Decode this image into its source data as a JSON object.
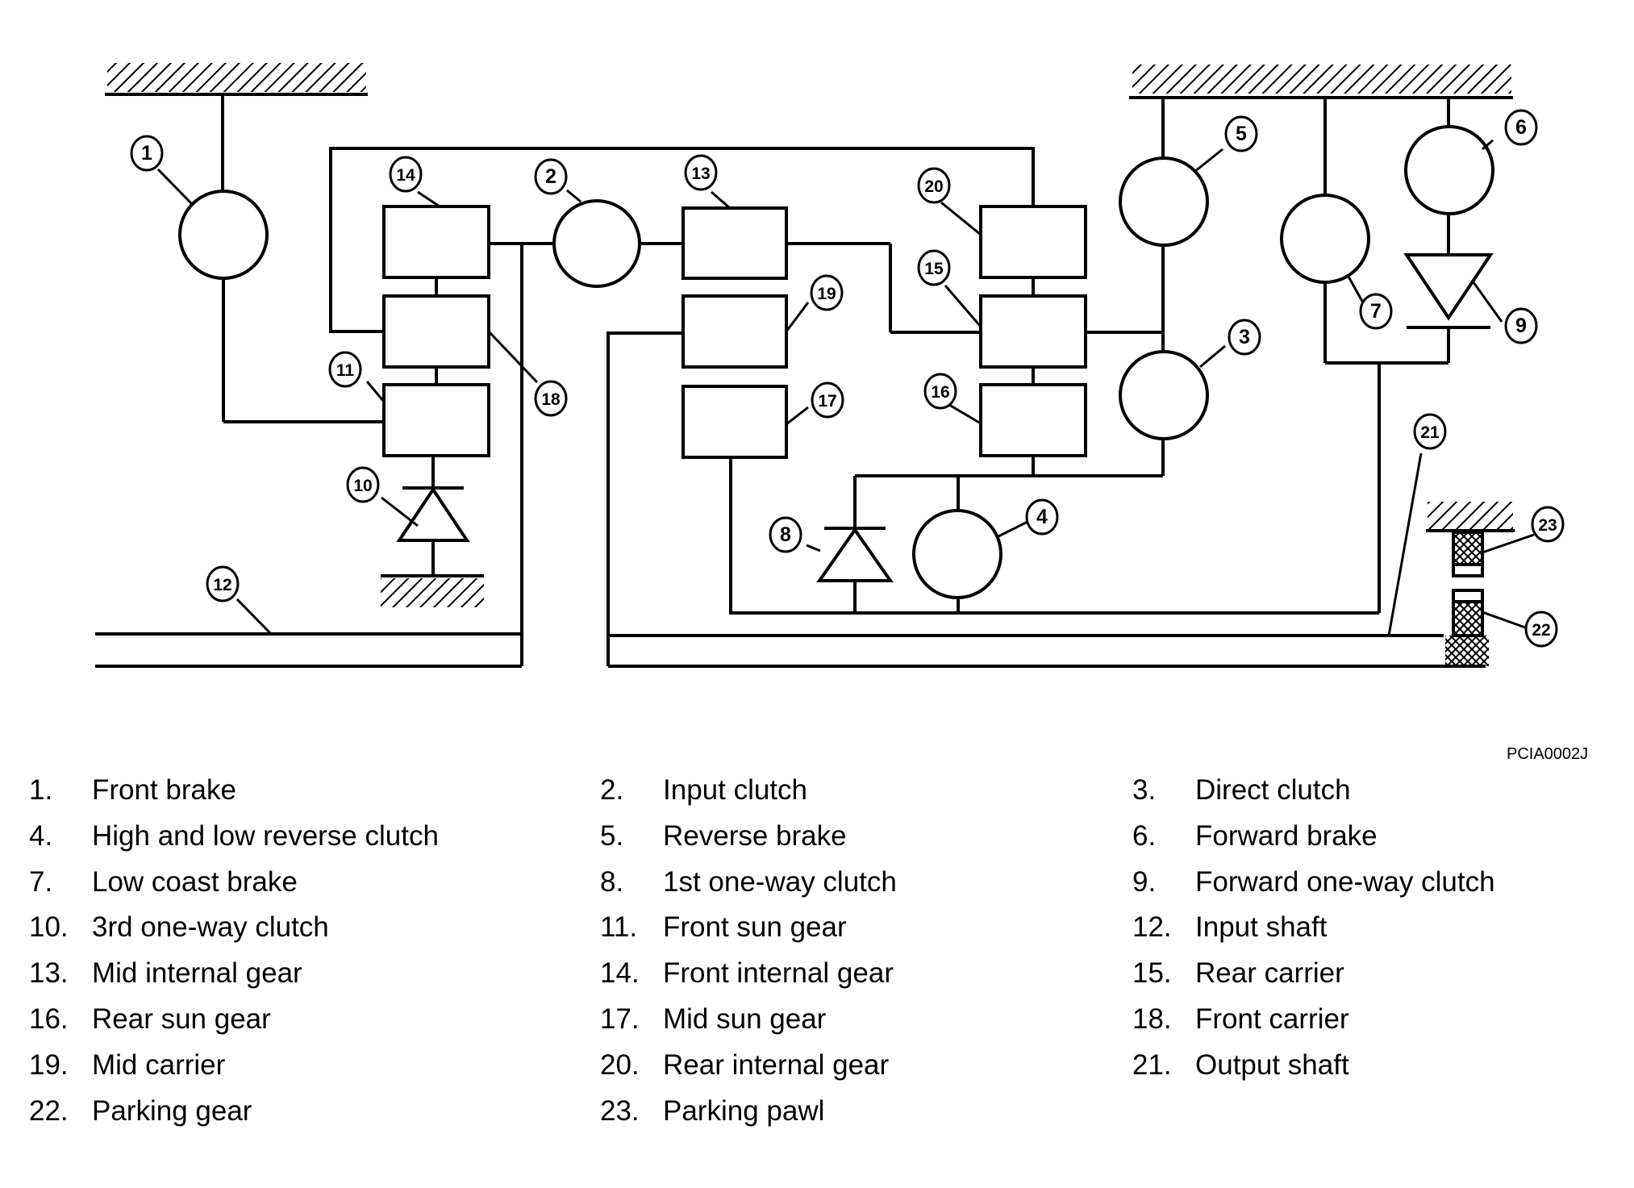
{
  "diagram": {
    "component_numbers": [
      "1",
      "2",
      "3",
      "4",
      "5",
      "6",
      "7",
      "8",
      "9",
      "10",
      "11",
      "12",
      "13",
      "14",
      "15",
      "16",
      "17",
      "18",
      "19",
      "20",
      "21",
      "22",
      "23"
    ],
    "figure_code": "PCIA0002J"
  },
  "legend": [
    {
      "num": "1.",
      "label": "Front brake"
    },
    {
      "num": "2.",
      "label": "Input clutch"
    },
    {
      "num": "3.",
      "label": "Direct clutch"
    },
    {
      "num": "4.",
      "label": "High and low reverse clutch"
    },
    {
      "num": "5.",
      "label": "Reverse brake"
    },
    {
      "num": "6.",
      "label": "Forward brake"
    },
    {
      "num": "7.",
      "label": "Low coast brake"
    },
    {
      "num": "8.",
      "label": "1st one-way clutch"
    },
    {
      "num": "9.",
      "label": "Forward one-way clutch"
    },
    {
      "num": "10.",
      "label": "3rd one-way clutch"
    },
    {
      "num": "11.",
      "label": "Front sun gear"
    },
    {
      "num": "12.",
      "label": "Input shaft"
    },
    {
      "num": "13.",
      "label": "Mid internal gear"
    },
    {
      "num": "14.",
      "label": "Front internal gear"
    },
    {
      "num": "15.",
      "label": "Rear carrier"
    },
    {
      "num": "16.",
      "label": "Rear sun gear"
    },
    {
      "num": "17.",
      "label": "Mid sun gear"
    },
    {
      "num": "18.",
      "label": "Front carrier"
    },
    {
      "num": "19.",
      "label": "Mid carrier"
    },
    {
      "num": "20.",
      "label": "Rear internal gear"
    },
    {
      "num": "21.",
      "label": "Output shaft"
    },
    {
      "num": "22.",
      "label": "Parking gear"
    },
    {
      "num": "23.",
      "label": "Parking pawl"
    }
  ]
}
